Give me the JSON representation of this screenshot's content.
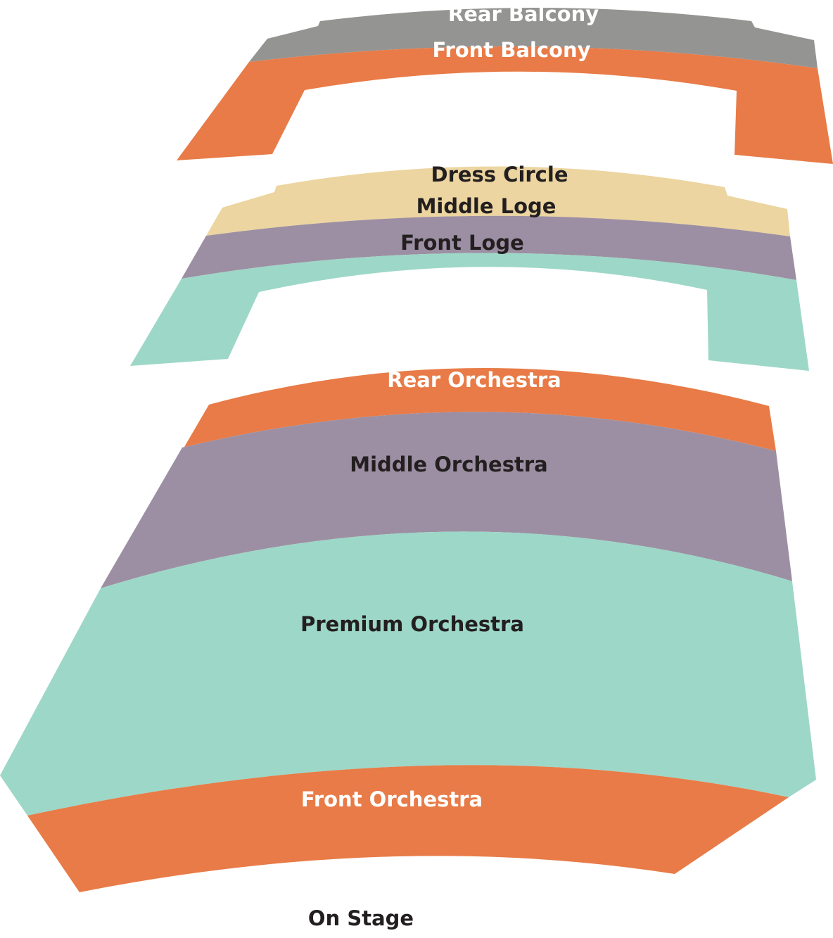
{
  "colors": {
    "orange": "#e87b47",
    "gray": "#949492",
    "tan": "#ecd5a0",
    "purple": "#9d8fa3",
    "mint": "#9dd7c7",
    "dark_text": "#231f20",
    "light_text": "#ffffff"
  },
  "sections": {
    "rear_balcony": {
      "label": "Rear Balcony"
    },
    "front_balcony": {
      "label": "Front Balcony"
    },
    "dress_circle": {
      "label": "Dress Circle"
    },
    "middle_loge": {
      "label": "Middle Loge"
    },
    "front_loge": {
      "label": "Front Loge"
    },
    "rear_orchestra": {
      "label": "Rear Orchestra"
    },
    "middle_orchestra": {
      "label": "Middle Orchestra"
    },
    "premium_orchestra": {
      "label": "Premium Orchestra"
    },
    "front_orchestra": {
      "label": "Front Orchestra"
    }
  },
  "stage": {
    "label": "On Stage"
  }
}
